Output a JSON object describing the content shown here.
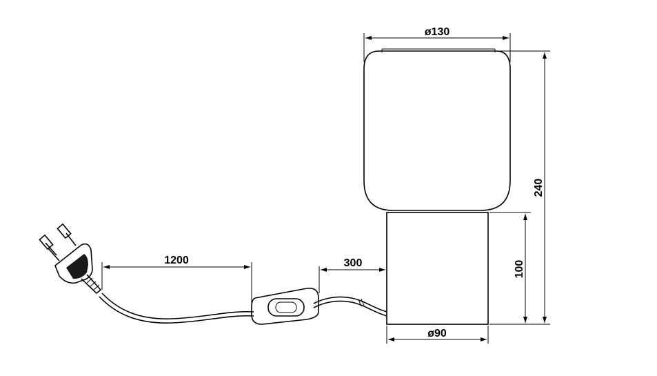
{
  "dimensions": {
    "shade_diameter": "ø130",
    "total_height": "240",
    "base_height": "100",
    "base_diameter": "ø90",
    "cable_to_switch": "300",
    "cable_to_plug": "1200"
  }
}
